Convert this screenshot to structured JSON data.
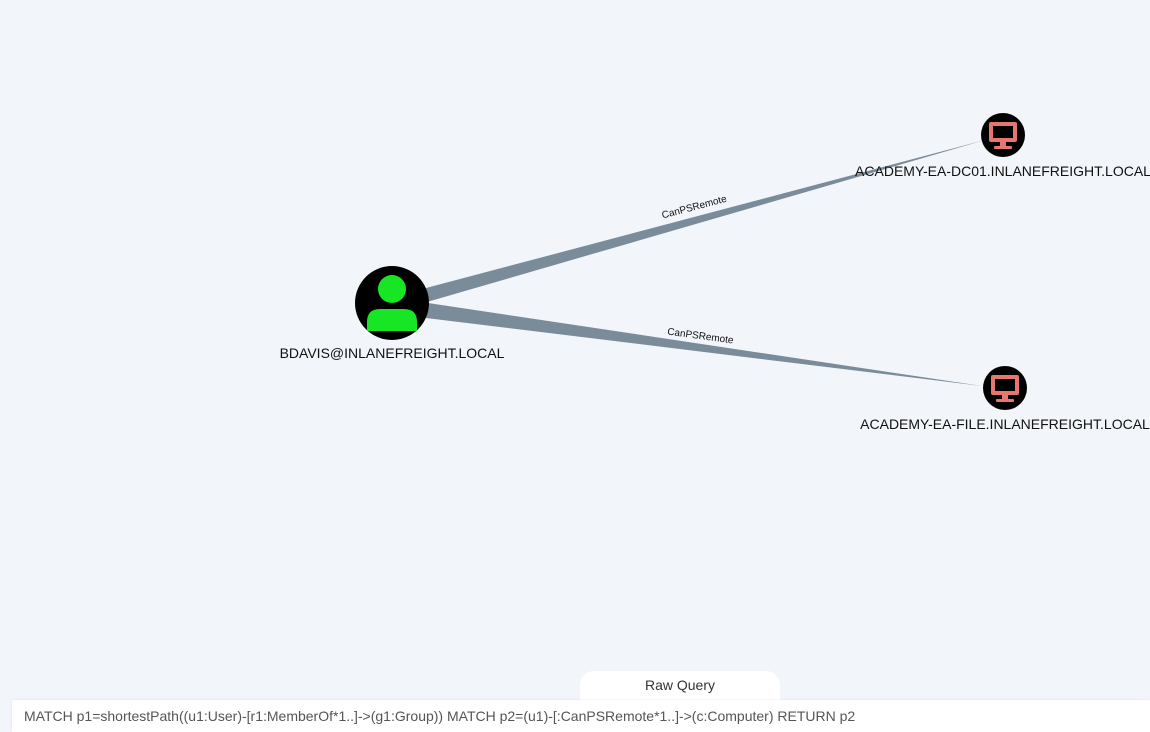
{
  "graph": {
    "nodes": [
      {
        "id": "user",
        "kind": "User",
        "label": "BDAVIS@INLANEFREIGHT.LOCAL",
        "icon": "user-icon",
        "fill": "#000000",
        "icon_color": "#17e625"
      },
      {
        "id": "dc01",
        "kind": "Computer",
        "label": "ACADEMY-EA-DC01.INLANEFREIGHT.LOCAL",
        "icon": "computer-icon",
        "fill": "#000000",
        "icon_color": "#e6776e"
      },
      {
        "id": "file",
        "kind": "Computer",
        "label": "ACADEMY-EA-FILE.INLANEFREIGHT.LOCAL",
        "icon": "computer-icon",
        "fill": "#000000",
        "icon_color": "#e6776e"
      }
    ],
    "edges": [
      {
        "from": "user",
        "to": "dc01",
        "label": "CanPSRemote",
        "color": "#7a8c99"
      },
      {
        "from": "user",
        "to": "file",
        "label": "CanPSRemote",
        "color": "#7a8c99"
      }
    ]
  },
  "query": {
    "tab_label": "Raw Query",
    "value": "MATCH p1=shortestPath((u1:User)-[r1:MemberOf*1..]->(g1:Group)) MATCH p2=(u1)-[:CanPSRemote*1..]->(c:Computer) RETURN p2"
  }
}
